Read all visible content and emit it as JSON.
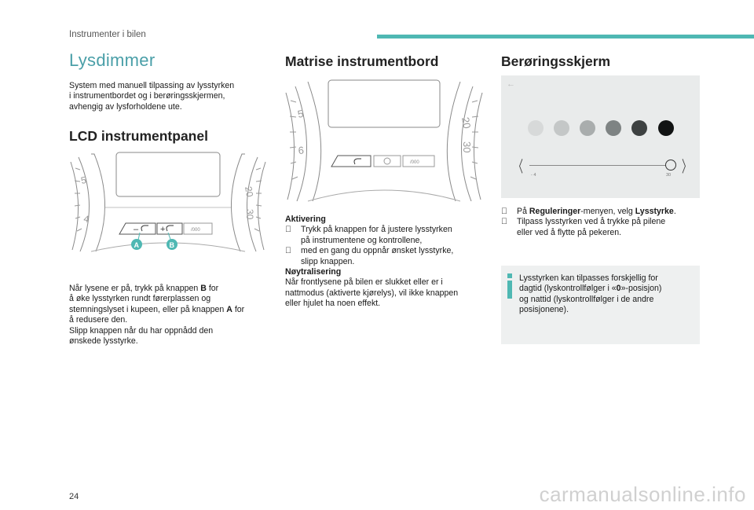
{
  "header": {
    "section_title": "Instrumenter i bilen",
    "accent_color": "#4fb8b3"
  },
  "page_number": "24",
  "watermark": "carmanualsonline.info",
  "col1": {
    "title": "Lysdimmer",
    "intro": [
      "System med manuell tilpassing av lysstyrken",
      "i instrumentbordet og i berøringsskjermen,",
      "avhengig av lysforholdene ute."
    ],
    "lcd_title": "LCD instrumentpanel",
    "illustration": {
      "label_a": "A",
      "label_b": "B",
      "minus_sign": "–",
      "plus_sign": "+",
      "odo_text": "/000"
    },
    "para": {
      "l1a": "Når lysene er på, trykk på knappen ",
      "l1b": "B",
      "l1c": " for",
      "l2": "å øke lysstyrken rundt førerplassen og",
      "l3a": "stemningslyset i kupeen, eller på knappen ",
      "l3b": "A",
      "l3c": " for",
      "l4": "å redusere den.",
      "l5": "Slipp knappen når du har oppnådd den",
      "l6": "ønskede lysstyrke."
    }
  },
  "col2": {
    "title": "Matrise instrumentbord",
    "illustration": {
      "odo_text": "/000"
    },
    "activation_heading": "Aktivering",
    "bullet_glyph": "",
    "bullets": [
      [
        "Trykk på knappen for å justere lysstyrken",
        "på instrumentene og kontrollene,"
      ],
      [
        "med en gang du oppnår ønsket lysstyrke,",
        "slipp knappen."
      ]
    ],
    "neutral_heading": "Nøytralisering",
    "neutral_lines": [
      "Når frontlysene på bilen er slukket eller er i",
      "nattmodus (aktiverte kjørelys), vil ikke knappen",
      "eller hjulet ha noen effekt."
    ]
  },
  "col3": {
    "title": "Berøringsskjerm",
    "screen": {
      "back_arrow": "←",
      "slider_min": "- 4",
      "slider_max": "30",
      "chevron_left": "〈",
      "chevron_right": "〉",
      "circle_colors": [
        "#d7d9d9",
        "#c4c7c7",
        "#a9adad",
        "#7e8383",
        "#3d4141",
        "#111313"
      ]
    },
    "bullet1": {
      "a": "På ",
      "b": "Reguleringer",
      "c": "-menyen, velg ",
      "d": "Lysstyrke",
      "e": "."
    },
    "bullet2": [
      "Tilpass lysstyrken ved å trykke på pilene",
      "eller ved å flytte på pekeren."
    ],
    "info": {
      "l1": "Lysstyrken kan tilpasses forskjellig for",
      "l2a": "dagtid (lyskontrollfølger i «",
      "l2b": "0",
      "l2c": "»-posisjon)",
      "l3": "og nattid (lyskontrollfølger i de andre",
      "l4": "posisjonene).",
      "icon_color": "#4fb8b3"
    }
  }
}
